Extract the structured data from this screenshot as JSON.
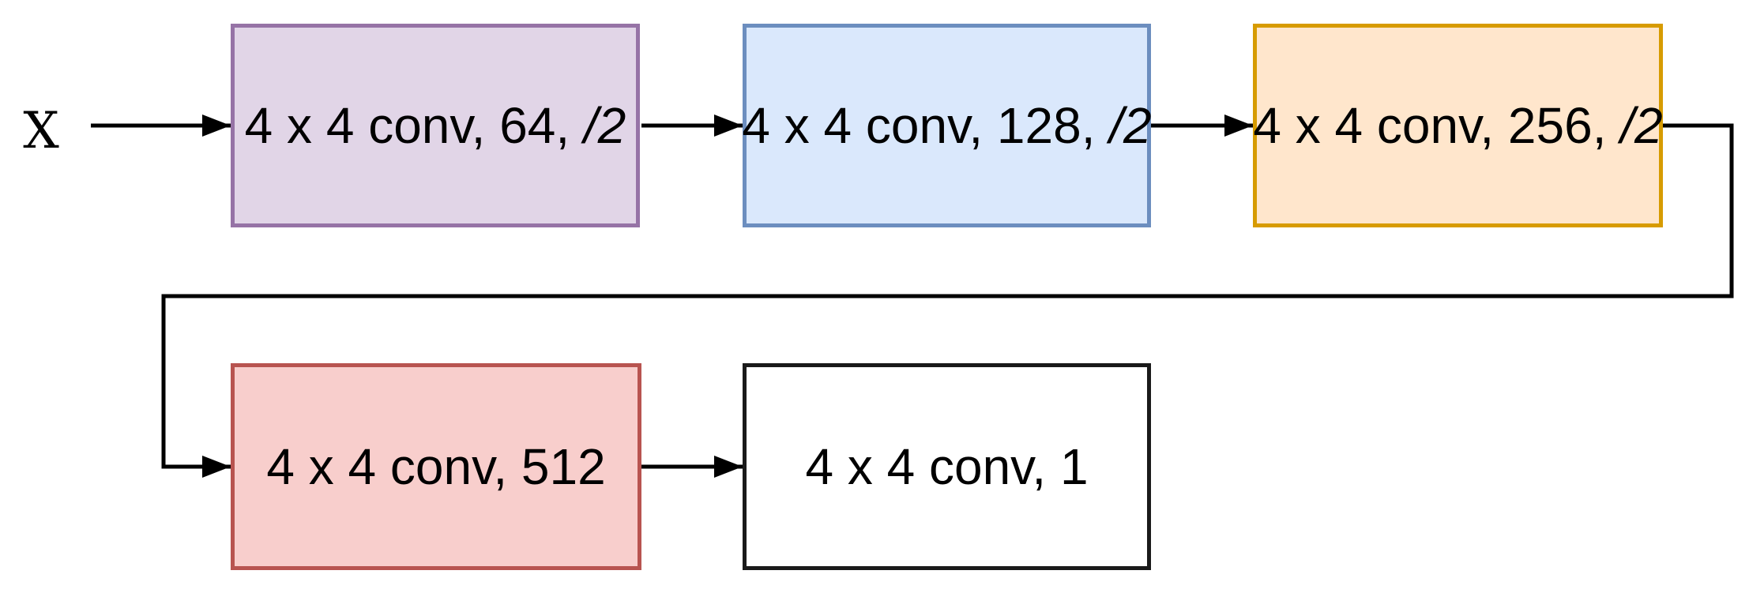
{
  "diagram": {
    "title_hint": "convolutional discriminator network",
    "background": "#FFFFFF",
    "edge_color": "#000000",
    "input_label": "X",
    "nodes": [
      {
        "id": "conv-64",
        "label": "4 x 4 conv, 64, ",
        "suffix": "/2",
        "fill": "#E1D5E7",
        "stroke": "#9673A6"
      },
      {
        "id": "conv-128",
        "label": "4 x 4 conv, 128, ",
        "suffix": "/2",
        "fill": "#DAE8FC",
        "stroke": "#6C8EBF"
      },
      {
        "id": "conv-256",
        "label": "4 x 4 conv, 256, ",
        "suffix": "/2",
        "fill": "#FFE6CC",
        "stroke": "#D79B00"
      },
      {
        "id": "conv-512",
        "label": "4 x 4 conv, 512",
        "suffix": "",
        "fill": "#F8CECC",
        "stroke": "#B85450"
      },
      {
        "id": "conv-1",
        "label": "4 x 4 conv, 1",
        "suffix": "",
        "fill": "#FFFFFF",
        "stroke": "#1A1A1A"
      }
    ],
    "edges": [
      {
        "from": "x-input",
        "to": "conv-64",
        "type": "arrow"
      },
      {
        "from": "conv-64",
        "to": "conv-128",
        "type": "arrow"
      },
      {
        "from": "conv-128",
        "to": "conv-256",
        "type": "arrow"
      },
      {
        "from": "conv-256",
        "to": "conv-512",
        "type": "elbow-arrow"
      },
      {
        "from": "conv-512",
        "to": "conv-1",
        "type": "arrow"
      }
    ]
  }
}
